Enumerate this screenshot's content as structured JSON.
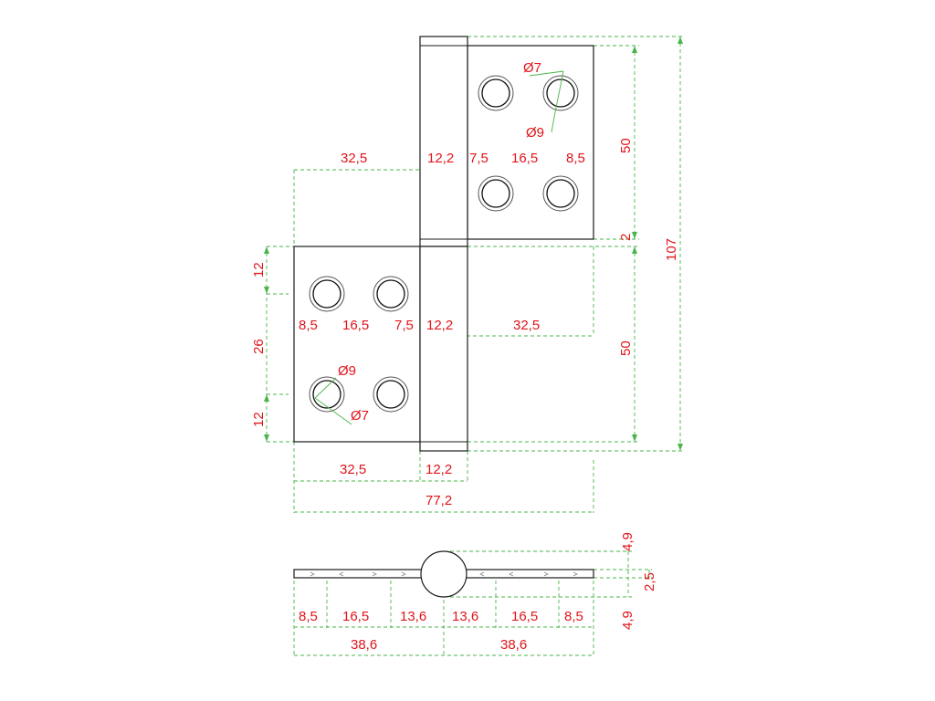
{
  "colors": {
    "dimension_line": "#49b649",
    "dimension_text": "#e0151b",
    "outline": "#1a1a1a"
  },
  "upper_leaf": {
    "widths": {
      "overall_left": "32,5",
      "knuckle": "12,2",
      "edge": "7,5",
      "pitch": "16,5",
      "right": "8,5"
    },
    "height": "50",
    "gap": "2",
    "hole_outer": "Ø9",
    "hole_inner": "Ø7"
  },
  "lower_leaf": {
    "widths": {
      "left": "8,5",
      "pitch": "16,5",
      "edge": "7,5",
      "knuckle": "12,2",
      "right": "32,5"
    },
    "height": "50",
    "hole_outer": "Ø9",
    "hole_inner": "Ø7",
    "vertical": {
      "top": "12",
      "middle": "26",
      "bottom": "12"
    }
  },
  "overall": {
    "height": "107",
    "bottom_leaf": "32,5",
    "bottom_knuckle": "12,2",
    "total": "77,2"
  },
  "side_view": {
    "segments": [
      "8,5",
      "16,5",
      "13,6",
      "13,6",
      "16,5",
      "8,5"
    ],
    "halves": [
      "38,6",
      "38,6"
    ],
    "thickness": {
      "top": "4,9",
      "middle": "2,5",
      "bottom": "4,9"
    }
  }
}
